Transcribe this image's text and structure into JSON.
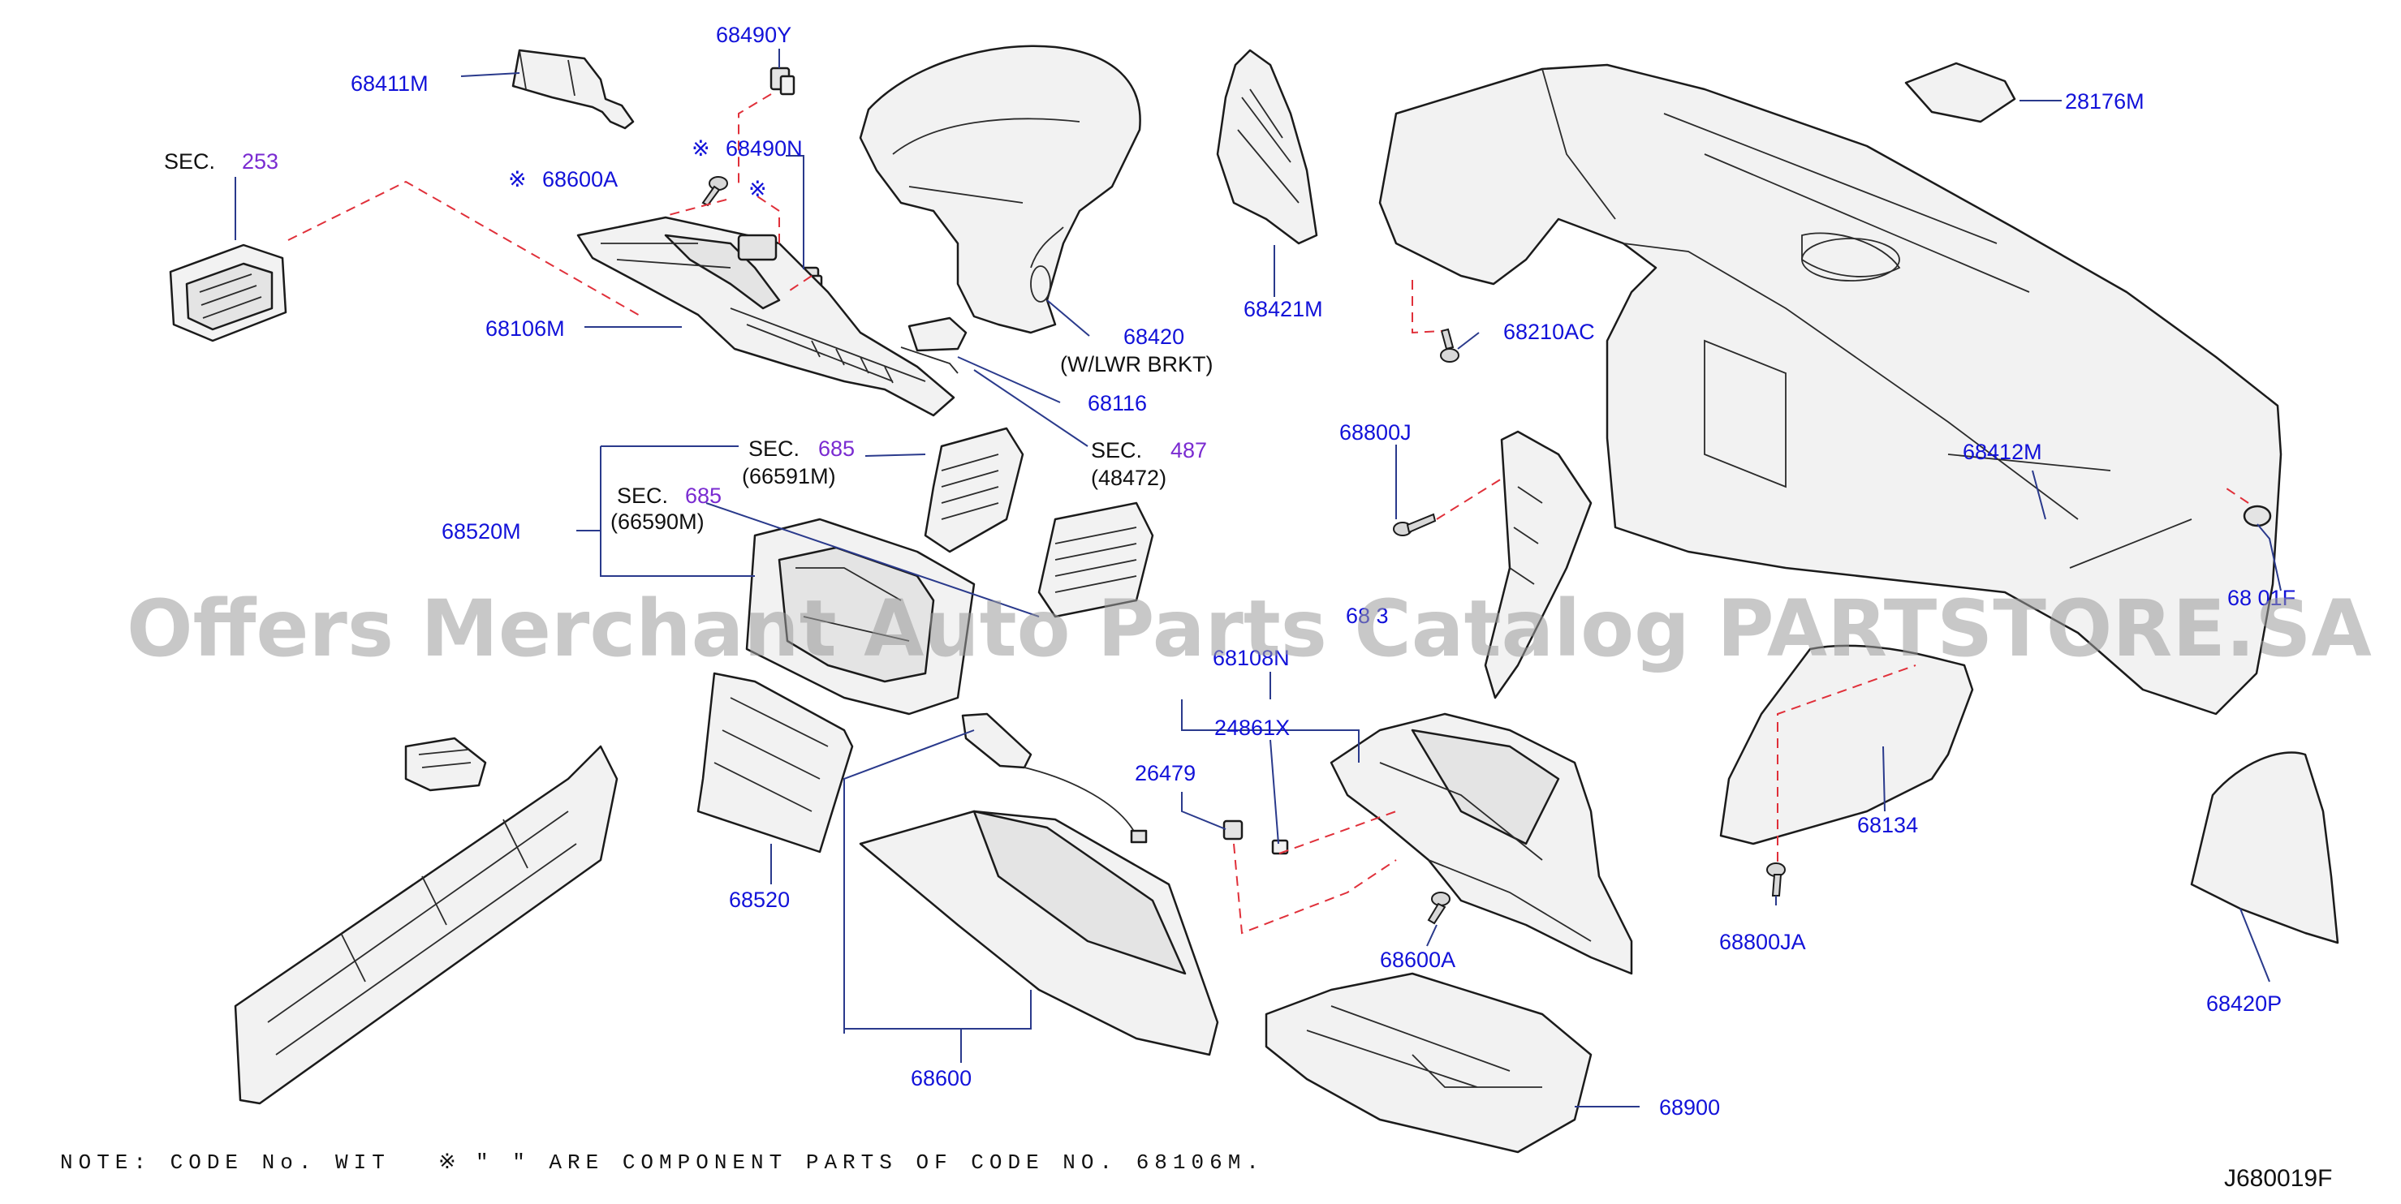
{
  "watermark": "Offers Merchant Auto Parts Catalog PARTSTORE.SA",
  "diagram_code": "J680019F",
  "note": {
    "prefix": "NOTE: CODE No. WIT",
    "symbol": "※",
    "middle": "\"        \" ARE COMPONENT PARTS OF CODE NO. 68106M."
  },
  "labels": {
    "p68411M": "68411M",
    "p68490Y": "68490Y",
    "p68490N": "68490N",
    "p68600A_top": "68600A",
    "p68106M": "68106M",
    "p68420": "68420",
    "p68420_sub": "(W/LWR  BRKT)",
    "p68421M": "68421M",
    "p68116": "68116",
    "p68210AC": "68210AC",
    "p28176M": "28176M",
    "p68800J": "68800J",
    "p68412M": "68412M",
    "p68520M": "68520M",
    "p68520": "68520",
    "p68108N": "68108N",
    "p24861X": "24861X",
    "p26479": "26479",
    "p68600": "68600",
    "p68600A_bottom": "68600A",
    "p68900": "68900",
    "p68134": "68134",
    "p68800JA": "68800JA",
    "p68420P": "68420P",
    "p68_3": "68 3",
    "p68_01F": "68 01F"
  },
  "sections": {
    "sec253": {
      "prefix": "SEC.",
      "num": "253"
    },
    "sec487": {
      "prefix": "SEC.",
      "num": "487",
      "sub": "(48472)"
    },
    "sec685a": {
      "prefix": "SEC.",
      "num": "685",
      "sub": "(66591M)"
    },
    "sec685b": {
      "prefix": "SEC.",
      "num": "685",
      "sub": "(66590M)"
    }
  },
  "asterisk": "※",
  "colors": {
    "part_number": "#1212d9",
    "section_number": "#7a2bd1",
    "dashed_leader": "#e0303a",
    "leader": "#2a3a8c",
    "watermark": "#9c9c9c"
  }
}
